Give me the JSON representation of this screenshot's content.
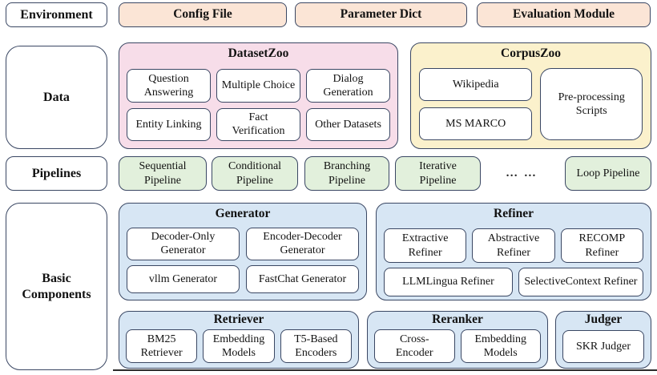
{
  "left_labels": {
    "environment": "Environment",
    "data": "Data",
    "pipelines": "Pipelines",
    "basic_components": "Basic Components"
  },
  "top_modules": {
    "config_file": "Config File",
    "parameter_dict": "Parameter Dict",
    "evaluation_module": "Evaluation Module"
  },
  "dataset_zoo": {
    "title": "DatasetZoo",
    "items": [
      "Question Answering",
      "Multiple Choice",
      "Dialog Generation",
      "Entity Linking",
      "Fact Verification",
      "Other Datasets"
    ]
  },
  "corpus_zoo": {
    "title": "CorpusZoo",
    "corpora": [
      "Wikipedia",
      "MS MARCO"
    ],
    "tools": "Pre-processing Scripts"
  },
  "pipelines": {
    "items": [
      "Sequential Pipeline",
      "Conditional Pipeline",
      "Branching Pipeline",
      "Iterative Pipeline"
    ],
    "ellipsis": "… …",
    "loop_pipeline": "Loop Pipeline"
  },
  "components": {
    "generator": {
      "title": "Generator",
      "items": [
        "Decoder-Only Generator",
        "Encoder-Decoder Generator",
        "vllm Generator",
        "FastChat Generator"
      ]
    },
    "refiner": {
      "title": "Refiner",
      "row1": [
        "Extractive Refiner",
        "Abstractive Refiner",
        "RECOMP Refiner"
      ],
      "row2": [
        "LLMLingua Refiner",
        "SelectiveContext Refiner"
      ]
    },
    "retriever": {
      "title": "Retriever",
      "items": [
        "BM25 Retriever",
        "Embedding Models",
        "T5-Based Encoders"
      ]
    },
    "reranker": {
      "title": "Reranker",
      "items": [
        "Cross-Encoder",
        "Embedding Models"
      ]
    },
    "judger": {
      "title": "Judger",
      "items": [
        "SKR Judger"
      ]
    }
  },
  "colors": {
    "peach": "#FBE5D6",
    "pink": "#F7DDE9",
    "yellow": "#FBF1CC",
    "green": "#E2F0DC",
    "blue": "#D7E6F4",
    "border": "#3A4763"
  }
}
